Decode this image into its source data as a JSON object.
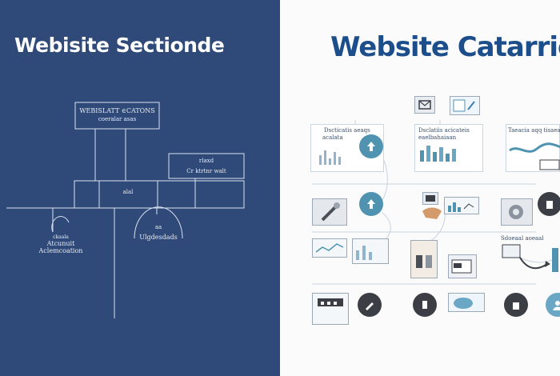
{
  "left_panel": {
    "title": "Webisite Sectionde",
    "header_box_line1": "WEBISLATT ∈CATONS",
    "header_box_line2": "coeralar  asas",
    "side_box_line1": "rlaxd",
    "side_box_line2": "Cr ktrtnr  walt",
    "center_small_label": "alal",
    "dome_label_line1": "aa",
    "dome_label_line2": "Ulgdesdads",
    "left_node_line1": "ckaala",
    "left_node_line2": "Atcunuit",
    "left_node_line3": "Aclemcoation"
  },
  "right_panel": {
    "title": "Website Catarries",
    "col1_heading_line1": "Dscticatis aeaqs",
    "col1_heading_line2": "acalata",
    "col2_heading_line1": "Dsclatiis acicateis",
    "col2_heading_line2": "eaelbahaiaan",
    "col3_heading_line1": "Taeacia aqq tisaeale",
    "row3_col3_label": "Sdoeaal  aoeaal"
  },
  "colors": {
    "left_background": "#2f4a78",
    "right_background": "#fbfbfc",
    "right_title": "#1d4e8c",
    "icon_teal": "#4f93b0",
    "icon_dark": "#3b3f45"
  }
}
